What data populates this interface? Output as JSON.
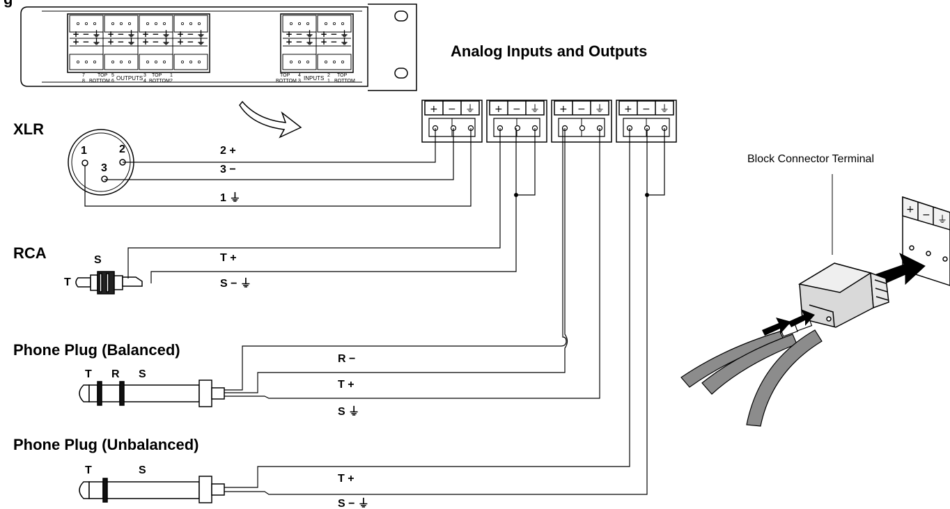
{
  "panel": {
    "header_label": "g",
    "outputs_label": "OUTPUTS",
    "inputs_label": "INPUTS",
    "top_label": "TOP",
    "bottom_label": "BOTTOM",
    "terminal_row_symbols": "+ − ⏚",
    "output_channel_numbers": [
      {
        "top": "7",
        "bottom": "8"
      },
      {
        "top": "5",
        "bottom": "6"
      },
      {
        "top": "3",
        "bottom": "4"
      },
      {
        "top": "1",
        "bottom": "2"
      }
    ],
    "input_channel_numbers": [
      {
        "top": "4",
        "bottom": "3"
      },
      {
        "top": "2",
        "bottom": "1"
      }
    ]
  },
  "title": "Analog Inputs and Outputs",
  "terminal_symbols": {
    "plus": "+",
    "minus": "−",
    "ground": "⏚"
  },
  "connectors": {
    "xlr": {
      "heading": "XLR",
      "pin_labels": [
        "1",
        "2",
        "3"
      ],
      "wires": {
        "pin2": "2 +",
        "pin3": "3 −",
        "pin1": "1 ⏚"
      }
    },
    "rca": {
      "heading": "RCA",
      "part_labels": [
        "S",
        "T"
      ],
      "wires": {
        "tip": "T +",
        "sleeve": "S − ⏚"
      }
    },
    "phone_balanced": {
      "heading": "Phone Plug (Balanced)",
      "part_labels": [
        "T",
        "R",
        "S"
      ],
      "wires": {
        "ring": "R −",
        "tip": "T +",
        "sleeve": "S ⏚"
      }
    },
    "phone_unbalanced": {
      "heading": "Phone Plug (Unbalanced)",
      "part_labels": [
        "T",
        "S"
      ],
      "wires": {
        "tip": "T +",
        "sleeve": "S − ⏚"
      }
    }
  },
  "block_connector": {
    "label": "Block Connector Terminal",
    "symbols": [
      "+",
      "−",
      "⏚"
    ]
  },
  "colors": {
    "line": "#000000",
    "cable_fill": "#8c8c8c",
    "connector_fill": "#d9d9d9",
    "arrow_fill": "#000000",
    "background": "#ffffff"
  }
}
